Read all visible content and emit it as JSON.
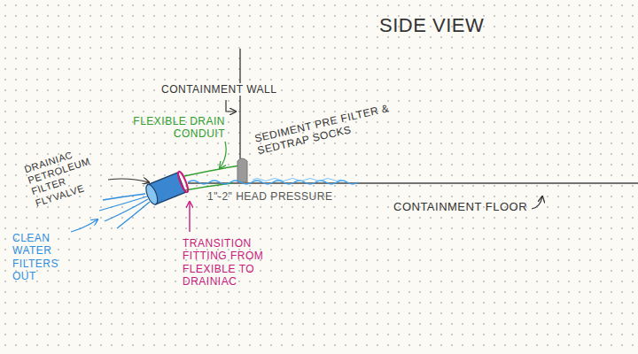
{
  "diagram": {
    "title": "SIDE VIEW",
    "labels": [
      "CONTAINMENT WALL",
      "SEDIMENT PRE FILTER & SEDTRAP SOCKS",
      "FLEXIBLE DRAIN CONDUIT",
      "DRAINIAC PETROLEUM FILTER FLYVALVE",
      "CLEAN WATER FILTERS OUT",
      "1\"-2\" HEAD PRESSURE",
      "TRANSITION FITTING FROM FLEXIBLE TO DRAINIAC",
      "CONTAINMENT FLOOR"
    ]
  }
}
